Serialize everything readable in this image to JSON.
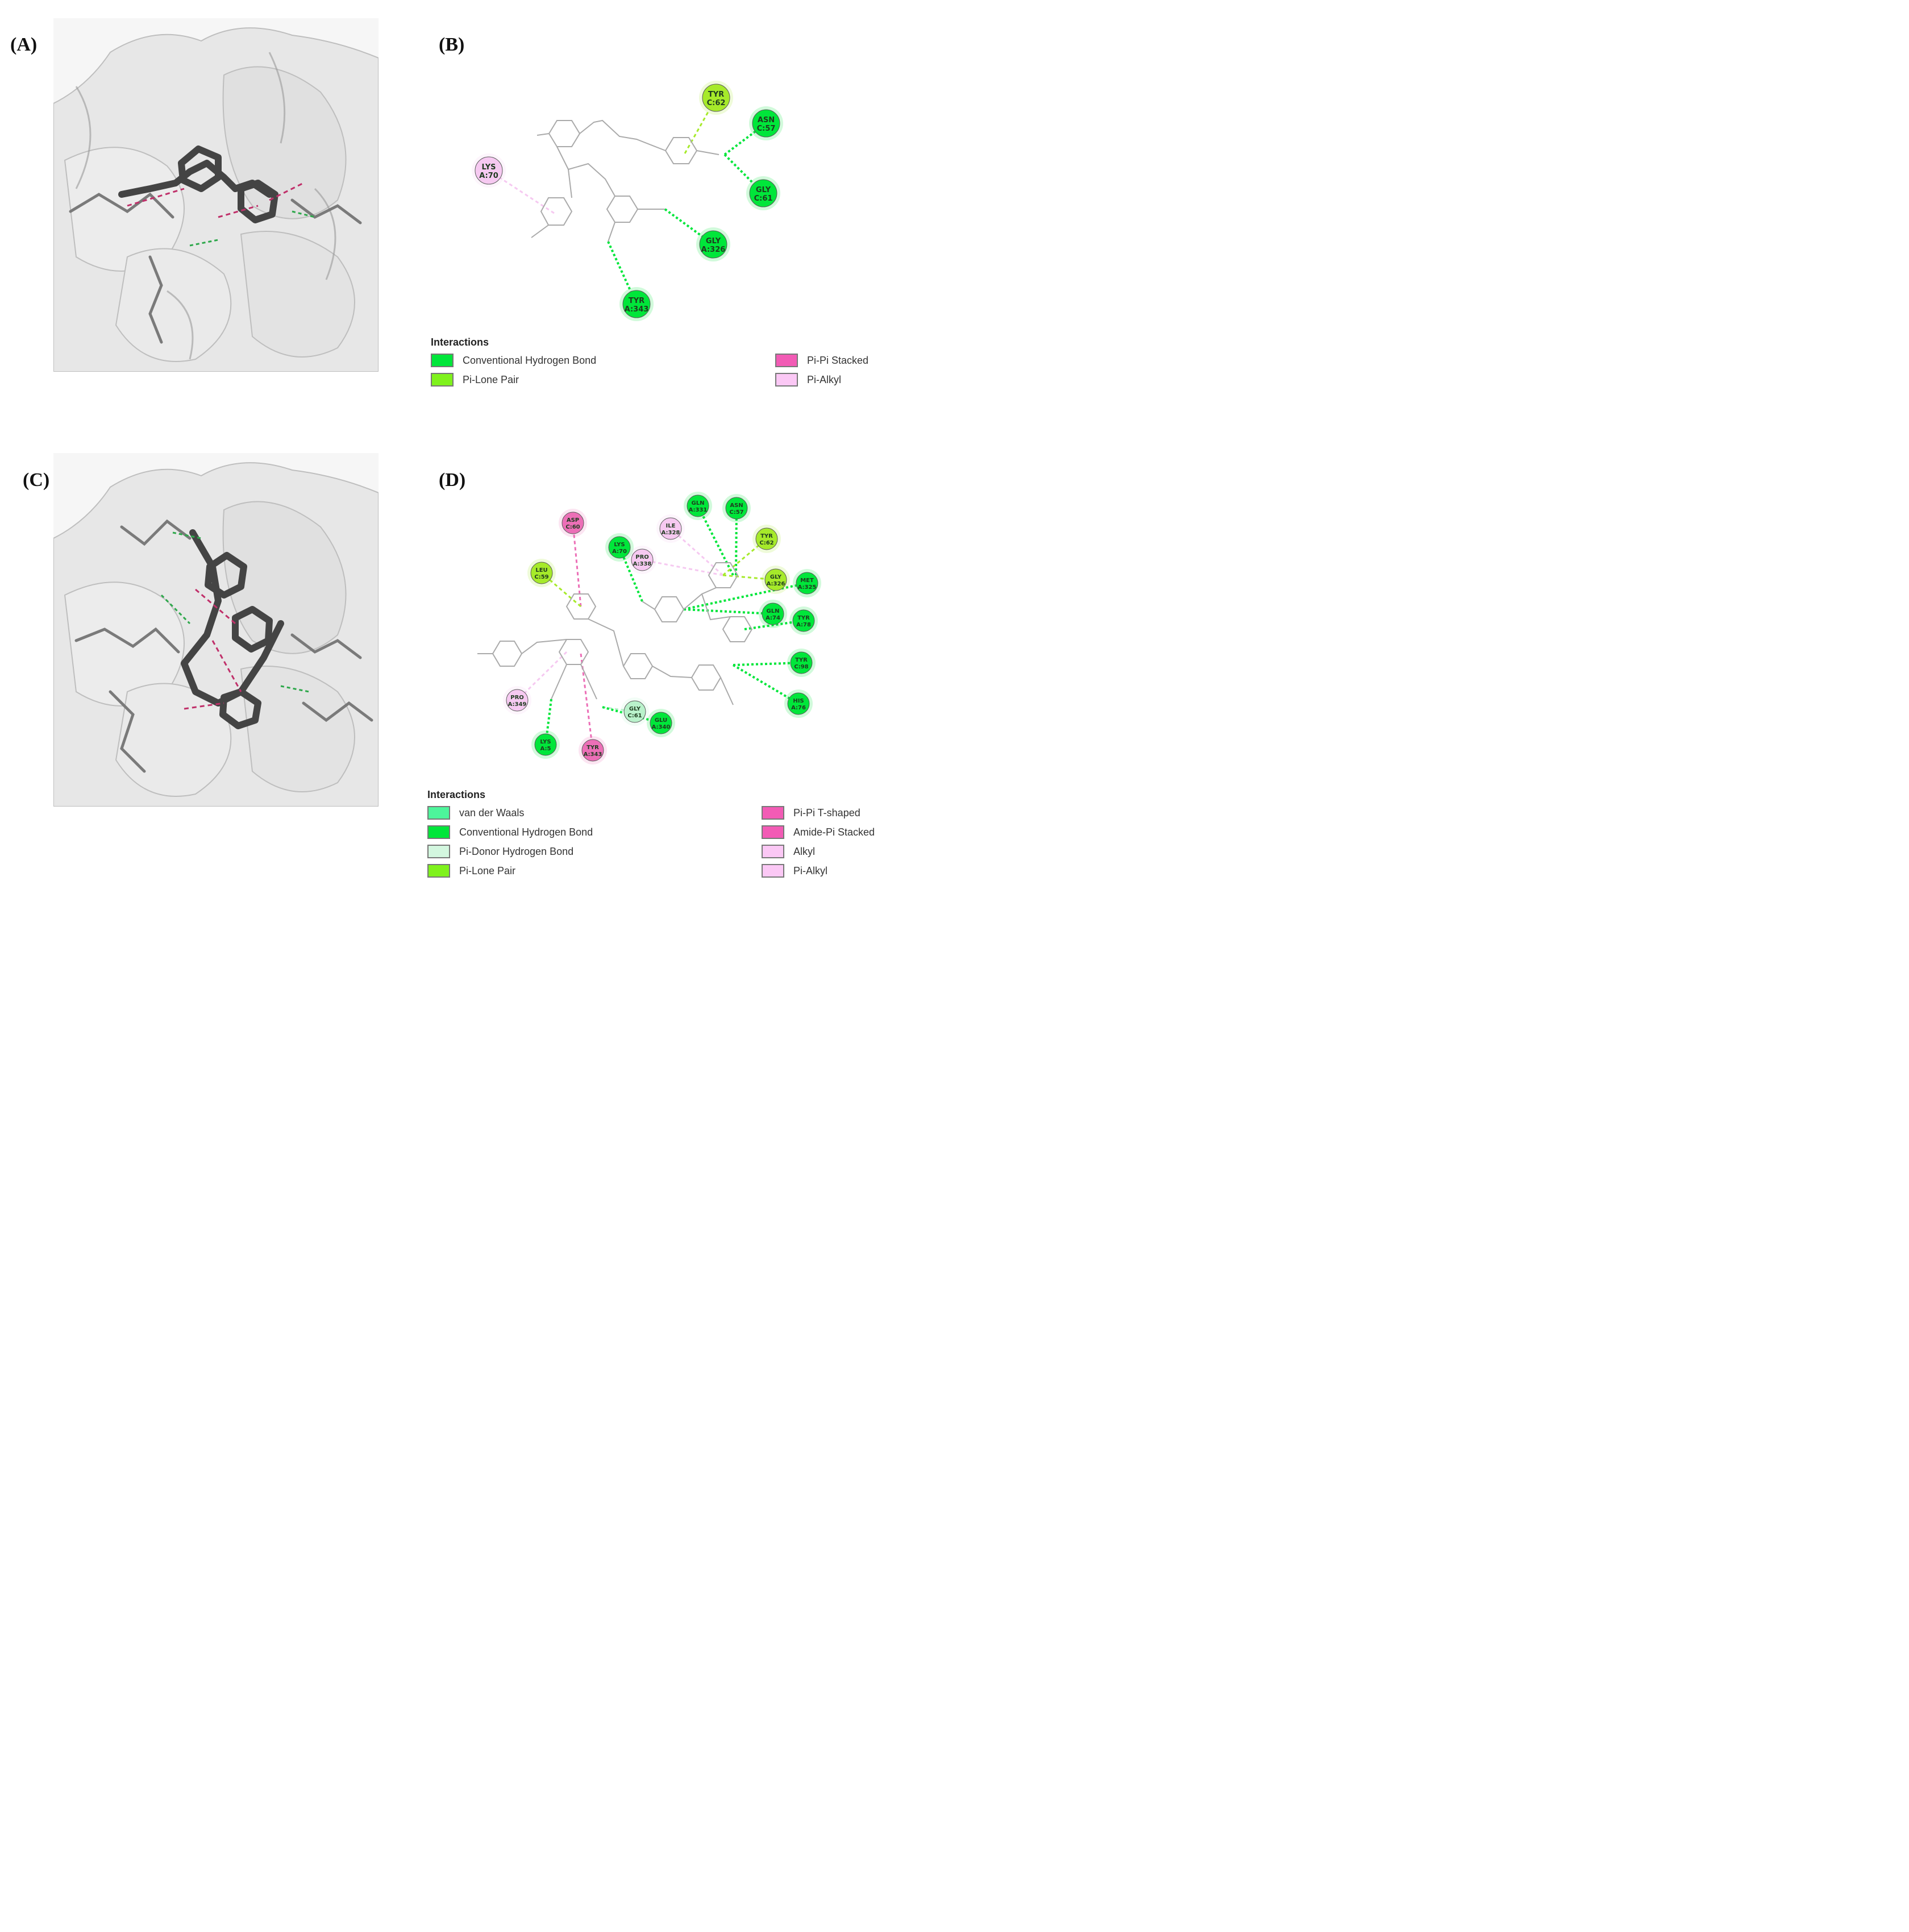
{
  "panels": {
    "a": {
      "label": "(A)"
    },
    "b": {
      "label": "(B)",
      "residues": [
        {
          "name": "TYR",
          "id": "C:62",
          "type": "pi-lone-pair"
        },
        {
          "name": "ASN",
          "id": "C:57",
          "type": "conventional-h-bond"
        },
        {
          "name": "GLY",
          "id": "C:61",
          "type": "conventional-h-bond"
        },
        {
          "name": "LYS",
          "id": "A:70",
          "type": "pi-alkyl"
        },
        {
          "name": "GLY",
          "id": "A:326",
          "type": "conventional-h-bond"
        },
        {
          "name": "TYR",
          "id": "A:343",
          "type": "conventional-h-bond"
        }
      ],
      "legend": {
        "title": "Interactions",
        "items": [
          {
            "label": "Conventional Hydrogen Bond",
            "color": "#00e63a"
          },
          {
            "label": "Pi-Lone Pair",
            "color": "#7ff21c"
          },
          {
            "label": "Pi-Pi Stacked",
            "color": "#f25bb5"
          },
          {
            "label": "Pi-Alkyl",
            "color": "#fbc8f5"
          }
        ]
      }
    },
    "c": {
      "label": "(C)"
    },
    "d": {
      "label": "(D)",
      "residues": [
        {
          "name": "GLN",
          "id": "A:331",
          "type": "conventional-h-bond"
        },
        {
          "name": "ASN",
          "id": "C:57",
          "type": "conventional-h-bond"
        },
        {
          "name": "ASP",
          "id": "C:60",
          "type": "pi-pi-t-shaped"
        },
        {
          "name": "ILE",
          "id": "A:328",
          "type": "alkyl"
        },
        {
          "name": "TYR",
          "id": "C:62",
          "type": "pi-lone-pair"
        },
        {
          "name": "LYS",
          "id": "A:70",
          "type": "conventional-h-bond"
        },
        {
          "name": "PRO",
          "id": "A:338",
          "type": "pi-alkyl"
        },
        {
          "name": "LEU",
          "id": "C:59",
          "type": "pi-lone-pair"
        },
        {
          "name": "GLY",
          "id": "A:326",
          "type": "pi-lone-pair"
        },
        {
          "name": "MET",
          "id": "A:325",
          "type": "conventional-h-bond"
        },
        {
          "name": "GLN",
          "id": "A:74",
          "type": "conventional-h-bond"
        },
        {
          "name": "TYR",
          "id": "A:78",
          "type": "conventional-h-bond"
        },
        {
          "name": "TYR",
          "id": "C:98",
          "type": "conventional-h-bond"
        },
        {
          "name": "HIS",
          "id": "A:76",
          "type": "conventional-h-bond"
        },
        {
          "name": "PRO",
          "id": "A:349",
          "type": "pi-alkyl"
        },
        {
          "name": "GLY",
          "id": "C:61",
          "type": "pi-donor-h-bond"
        },
        {
          "name": "GLU",
          "id": "A:340",
          "type": "conventional-h-bond"
        },
        {
          "name": "LYS",
          "id": "A:5",
          "type": "conventional-h-bond"
        },
        {
          "name": "TYR",
          "id": "A:343",
          "type": "pi-pi-t-shaped"
        }
      ],
      "legend": {
        "title": "Interactions",
        "items": [
          {
            "label": "van der Waals",
            "color": "#4df59b"
          },
          {
            "label": "Conventional Hydrogen Bond",
            "color": "#00e63a"
          },
          {
            "label": "Pi-Donor Hydrogen Bond",
            "color": "#d3f7df"
          },
          {
            "label": "Pi-Lone Pair",
            "color": "#7ff21c"
          },
          {
            "label": "Pi-Pi T-shaped",
            "color": "#f25bb5"
          },
          {
            "label": "Amide-Pi Stacked",
            "color": "#f25bb5"
          },
          {
            "label": "Alkyl",
            "color": "#fbc8f5"
          },
          {
            "label": "Pi-Alkyl",
            "color": "#fbc8f5"
          }
        ]
      }
    }
  },
  "colors": {
    "conventional-h-bond": "#00e63a",
    "pi-lone-pair": "#a6ea2a",
    "pi-alkyl": "#f6c9f1",
    "alkyl": "#f6c9f1",
    "pi-pi-t-shaped": "#ec6fb7",
    "pi-donor-h-bond": "#b9f2cb",
    "surface": "#d9d9d9",
    "ligand": "#555555"
  }
}
